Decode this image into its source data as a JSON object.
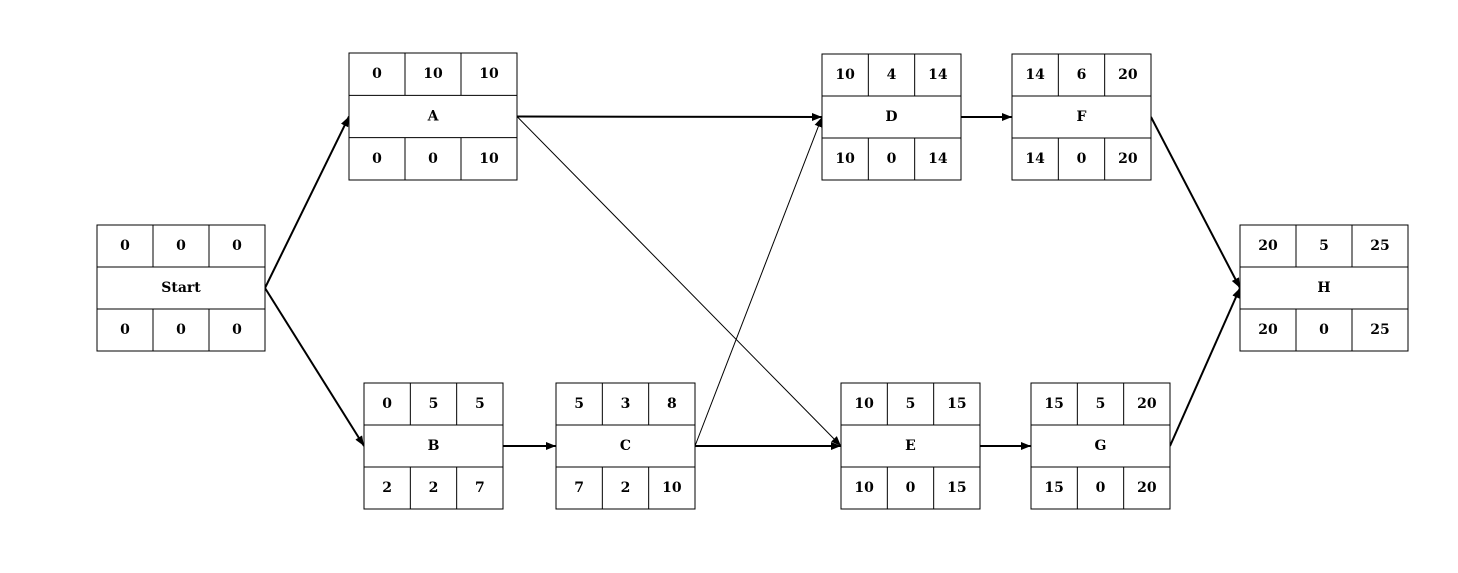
{
  "nodes": [
    {
      "id": "start",
      "name": "Start",
      "top": [
        "0",
        "0",
        "0"
      ],
      "bottom": [
        "0",
        "0",
        "0"
      ]
    },
    {
      "id": "a",
      "name": "A",
      "top": [
        "0",
        "10",
        "10"
      ],
      "bottom": [
        "0",
        "0",
        "10"
      ]
    },
    {
      "id": "b",
      "name": "B",
      "top": [
        "0",
        "5",
        "5"
      ],
      "bottom": [
        "2",
        "2",
        "7"
      ]
    },
    {
      "id": "c",
      "name": "C",
      "top": [
        "5",
        "3",
        "8"
      ],
      "bottom": [
        "7",
        "2",
        "10"
      ]
    },
    {
      "id": "d",
      "name": "D",
      "top": [
        "10",
        "4",
        "14"
      ],
      "bottom": [
        "10",
        "0",
        "14"
      ]
    },
    {
      "id": "e",
      "name": "E",
      "top": [
        "10",
        "5",
        "15"
      ],
      "bottom": [
        "10",
        "0",
        "15"
      ]
    },
    {
      "id": "f",
      "name": "F",
      "top": [
        "14",
        "6",
        "20"
      ],
      "bottom": [
        "14",
        "0",
        "20"
      ]
    },
    {
      "id": "g",
      "name": "G",
      "top": [
        "15",
        "5",
        "20"
      ],
      "bottom": [
        "15",
        "0",
        "20"
      ]
    },
    {
      "id": "h",
      "name": "H",
      "top": [
        "20",
        "5",
        "25"
      ],
      "bottom": [
        "20",
        "0",
        "25"
      ]
    }
  ],
  "edges": [
    {
      "from": "start",
      "to": "a"
    },
    {
      "from": "start",
      "to": "b"
    },
    {
      "from": "a",
      "to": "d"
    },
    {
      "from": "a",
      "to": "e"
    },
    {
      "from": "b",
      "to": "c"
    },
    {
      "from": "c",
      "to": "d"
    },
    {
      "from": "c",
      "to": "e"
    },
    {
      "from": "d",
      "to": "f"
    },
    {
      "from": "e",
      "to": "g"
    },
    {
      "from": "f",
      "to": "h"
    },
    {
      "from": "g",
      "to": "h"
    }
  ]
}
